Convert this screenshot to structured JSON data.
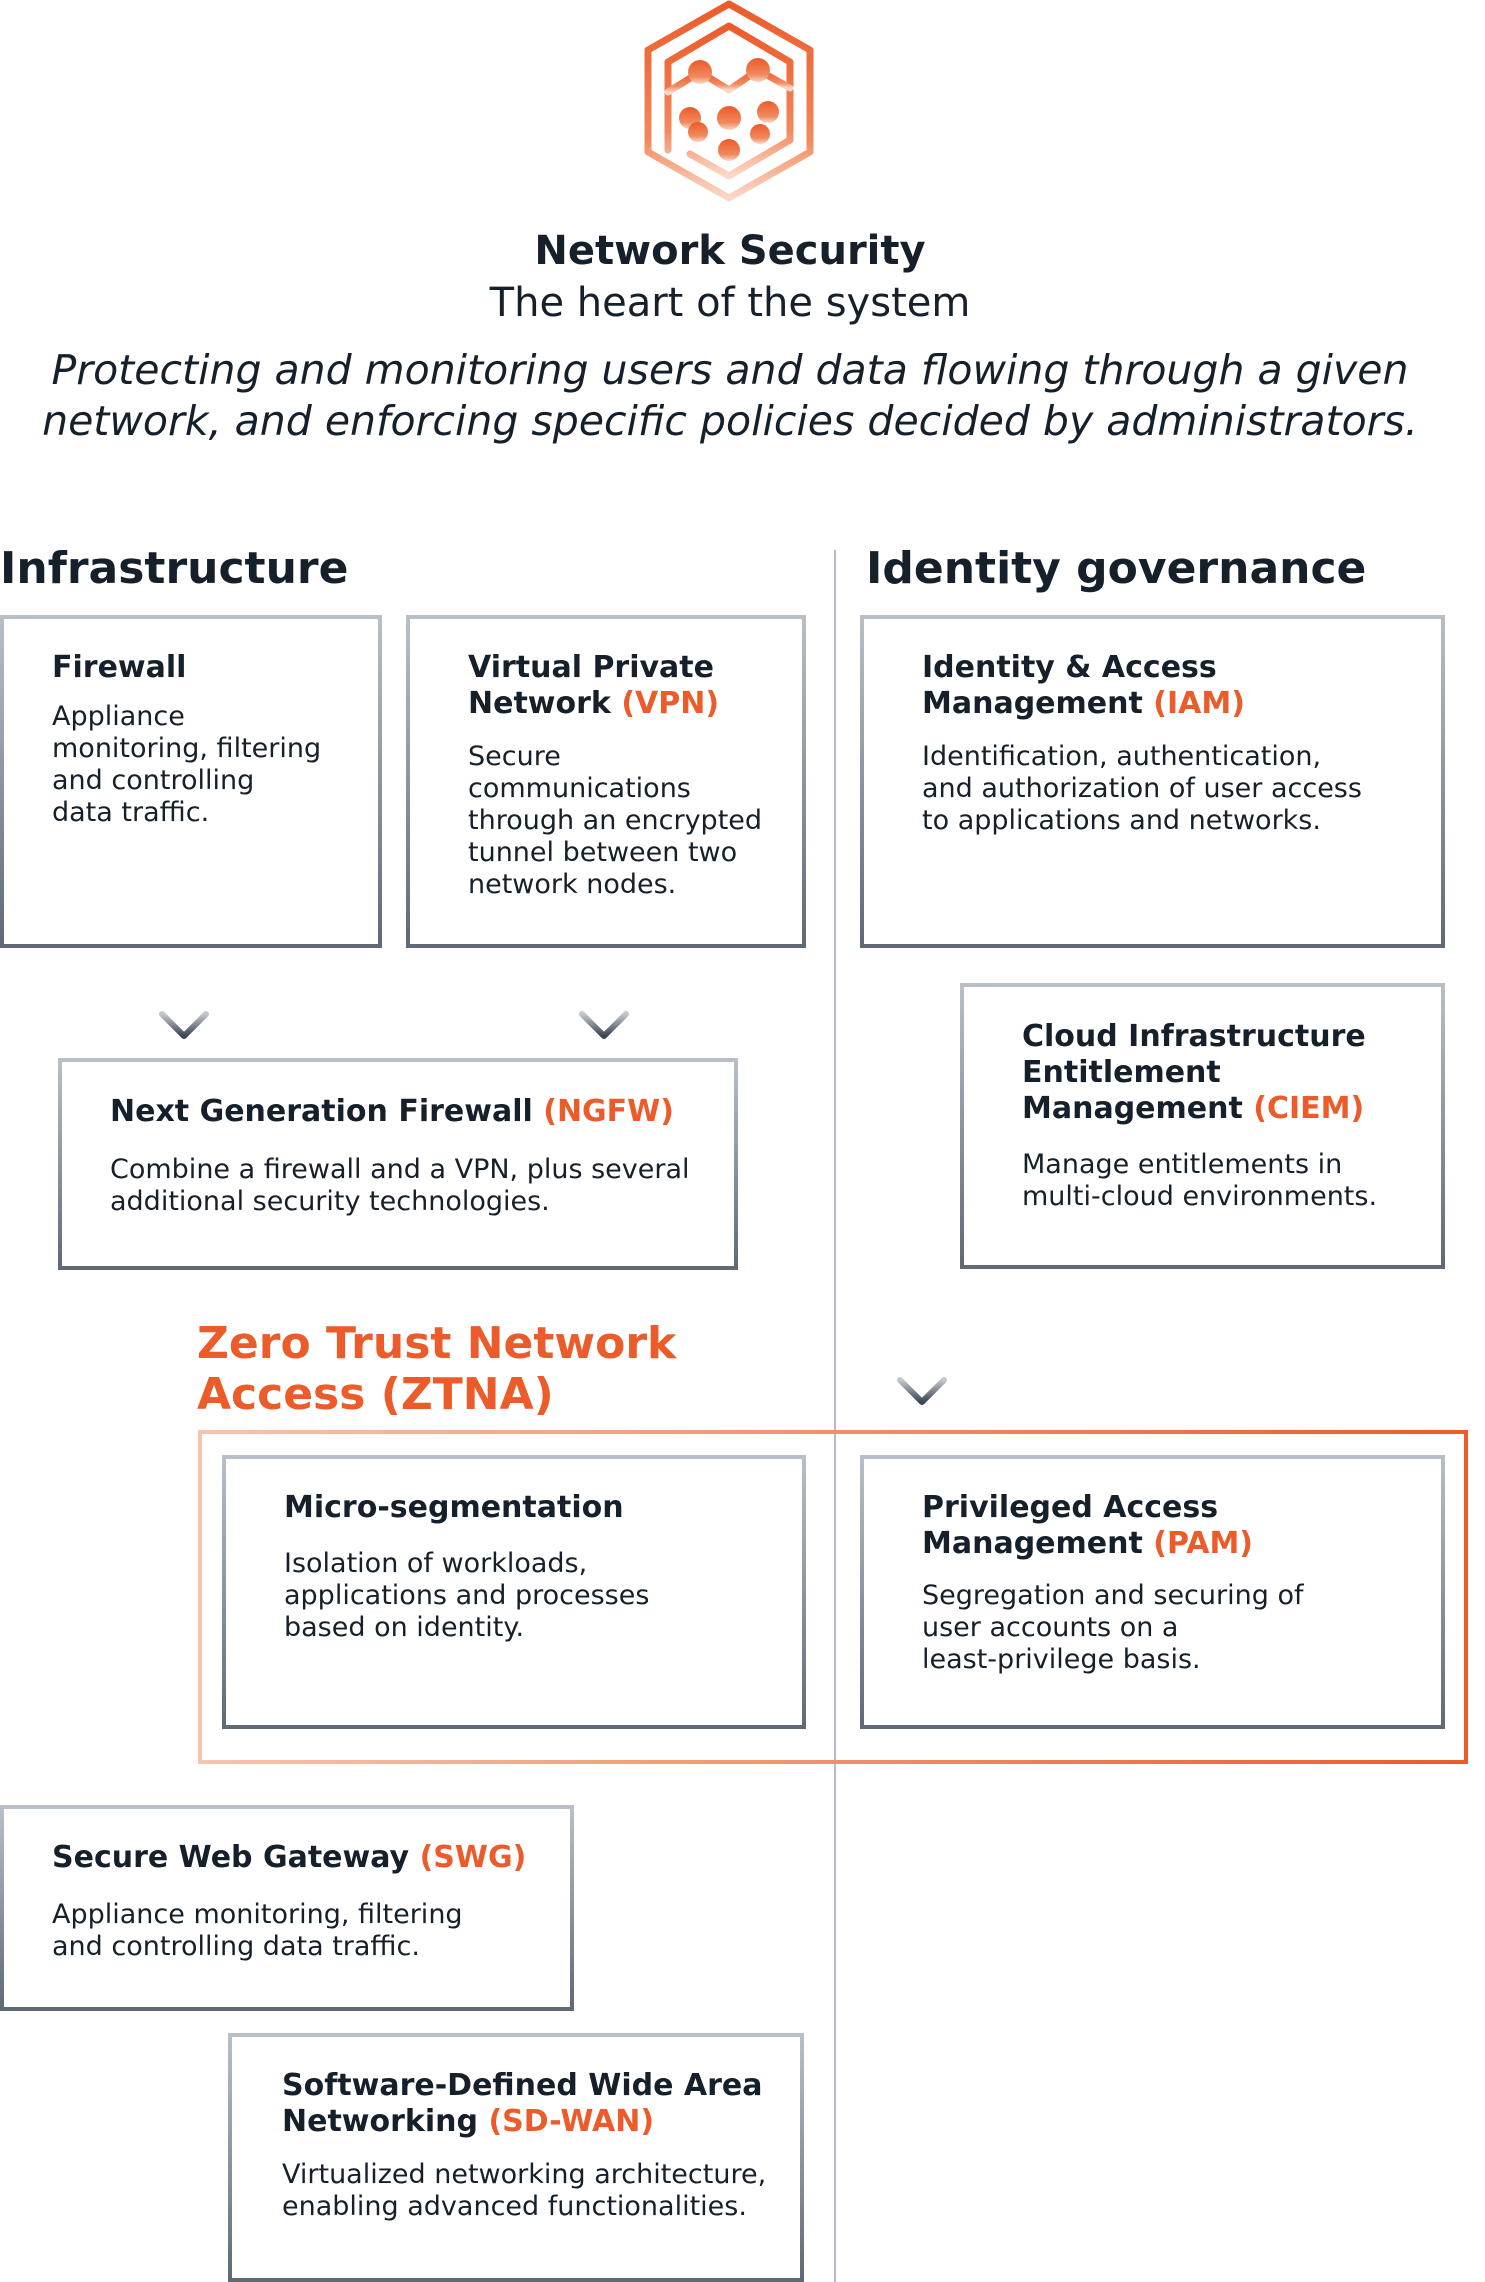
{
  "header": {
    "title": "Network Security",
    "subtitle": "The heart of the system",
    "description": "Protecting and monitoring users and data flowing through a given network, and enforcing specific policies decided by administrators."
  },
  "sections": {
    "infrastructure": "Infrastructure",
    "identity": "Identity governance"
  },
  "ztna": {
    "title_line1": "Zero Trust Network",
    "title_line2": "Access (ZTNA)"
  },
  "cards": {
    "firewall": {
      "title": "Firewall",
      "desc_lines": [
        "Appliance",
        "monitoring, filtering",
        "and controlling",
        "data traffic."
      ]
    },
    "vpn": {
      "title_lines": [
        "Virtual Private",
        "Network "
      ],
      "abbr": "(VPN)",
      "desc_lines": [
        "Secure",
        "communications",
        "through an encrypted",
        "tunnel between two",
        "network nodes."
      ]
    },
    "iam": {
      "title_lines": [
        "Identity & Access",
        "Management "
      ],
      "abbr": "(IAM)",
      "desc_lines": [
        "Identification, authentication,",
        "and authorization of user access",
        "to applications and networks."
      ]
    },
    "ngfw": {
      "title": "Next Generation Firewall ",
      "abbr": "(NGFW)",
      "desc_lines": [
        "Combine a firewall and a VPN, plus several",
        "additional security technologies."
      ]
    },
    "ciem": {
      "title_lines": [
        "Cloud Infrastructure",
        "Entitlement",
        "Management "
      ],
      "abbr": "(CIEM)",
      "desc_lines": [
        "Manage entitlements in",
        "multi-cloud environments."
      ]
    },
    "micro": {
      "title": "Micro-segmentation",
      "desc_lines": [
        "Isolation of workloads,",
        "applications and processes",
        "based on identity."
      ]
    },
    "pam": {
      "title_lines": [
        "Privileged Access",
        "Management "
      ],
      "abbr": "(PAM)",
      "desc_lines": [
        "Segregation and securing of",
        "user accounts on a",
        "least-privilege basis."
      ]
    },
    "swg": {
      "title": "Secure Web Gateway ",
      "abbr": "(SWG)",
      "desc_lines": [
        "Appliance monitoring, filtering",
        "and controlling data traffic."
      ]
    },
    "sdwan": {
      "title_lines": [
        "Software-Defined Wide Area",
        "Networking "
      ],
      "abbr": "(SD-WAN)",
      "desc_lines": [
        "Virtualized networking architecture,",
        "enabling advanced functionalities."
      ]
    }
  },
  "colors": {
    "accent": "#ec5b2a",
    "text": "#16202a",
    "border_light": "#b9bfc6",
    "border_dark": "#5f6a75",
    "divider": "#b8bdc3"
  },
  "icons": {
    "logo": "network-security-hexagon-icon"
  }
}
